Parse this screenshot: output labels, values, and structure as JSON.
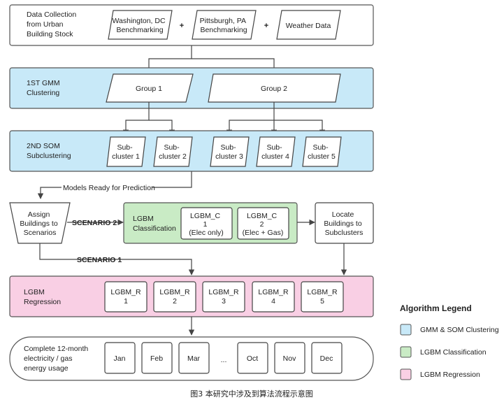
{
  "collection": {
    "label": [
      "Data Collection",
      "from Urban",
      "Building Stock"
    ],
    "sources": [
      [
        "Washington, DC",
        "Benchmarking"
      ],
      [
        "Pittsburgh, PA",
        "Benchmarking"
      ],
      [
        "Weather Data"
      ]
    ],
    "plus": "+"
  },
  "gmm": {
    "label": [
      "1ST GMM",
      "Clustering"
    ],
    "groups": [
      "Group 1",
      "Group 2"
    ]
  },
  "som": {
    "label": [
      "2ND SOM",
      "Subclustering"
    ],
    "subclusters": [
      [
        "Sub-",
        "cluster 1"
      ],
      [
        "Sub-",
        "cluster 2"
      ],
      [
        "Sub-",
        "cluster 3"
      ],
      [
        "Sub-",
        "cluster 4"
      ],
      [
        "Sub-",
        "cluster 5"
      ]
    ]
  },
  "models_ready": "Models Ready for Prediction",
  "assign": [
    "Assign",
    "Buildings to",
    "Scenarios"
  ],
  "scenario2": "SCENARIO 2",
  "scenario1": "SCENARIO 1",
  "classification": {
    "label": [
      "LGBM",
      "Classification"
    ],
    "models": [
      [
        "LGBM_C",
        "1",
        "(Elec only)"
      ],
      [
        "LGBM_C",
        "2",
        "(Elec + Gas)"
      ]
    ]
  },
  "locate": [
    "Locate",
    "Buildings to",
    "Subclusters"
  ],
  "regression": {
    "label": [
      "LGBM",
      "Regression"
    ],
    "models": [
      [
        "LGBM_R",
        "1"
      ],
      [
        "LGBM_R",
        "2"
      ],
      [
        "LGBM_R",
        "3"
      ],
      [
        "LGBM_R",
        "4"
      ],
      [
        "LGBM_R",
        "5"
      ]
    ]
  },
  "output": {
    "label": [
      "Complete 12-month",
      "electricity / gas",
      "energy usage"
    ],
    "months": [
      "Jan",
      "Feb",
      "Mar",
      "...",
      "Oct",
      "Nov",
      "Dec"
    ]
  },
  "legend": {
    "title": "Algorithm Legend",
    "items": [
      {
        "label": "GMM & SOM Clustering",
        "color": "#c8e9f8"
      },
      {
        "label": "LGBM Classification",
        "color": "#c9ebc5"
      },
      {
        "label": "LGBM Regression",
        "color": "#f9cfe4"
      }
    ]
  },
  "colors": {
    "blue": "#c8e9f8",
    "green": "#c9ebc5",
    "pink": "#f9cfe4",
    "stroke": "#444444"
  },
  "caption": "图3 本研究中涉及到算法流程示意图"
}
